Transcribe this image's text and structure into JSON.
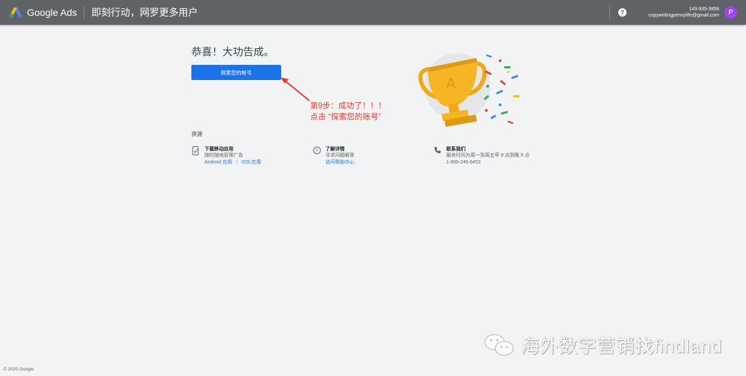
{
  "header": {
    "brand": "Google Ads",
    "subtitle": "即刻行动，网罗更多用户",
    "help_icon": "?",
    "account_phone": "143-935-3858",
    "account_email": "copywritingpennylife@gmail.com",
    "avatar_initial": "P",
    "avatar_color": "#a142f4"
  },
  "main": {
    "title": "恭喜！大功告成。",
    "explore_button": "探索您的帐号",
    "annotation_line1": "第9步：成功了！！！",
    "annotation_line2": "点击 “探索您的账号”"
  },
  "resources": {
    "title": "资源",
    "items": [
      {
        "icon": "phone-app-icon",
        "title": "下载移动应用",
        "desc": "随时随地管理广告",
        "links": [
          "Android 应用",
          "IOS 应用"
        ]
      },
      {
        "icon": "help-circle-icon",
        "title": "了解详情",
        "desc": "寻求问题解答",
        "links": [
          "访问帮助中心"
        ]
      },
      {
        "icon": "telephone-icon",
        "title": "联系我们",
        "desc": "服务时间为周一到周五早 9 点到晚 9 点",
        "phone": "1-866-246-6453"
      }
    ]
  },
  "watermark": "海外数字营销找findland",
  "footer": "© 2020 Google"
}
